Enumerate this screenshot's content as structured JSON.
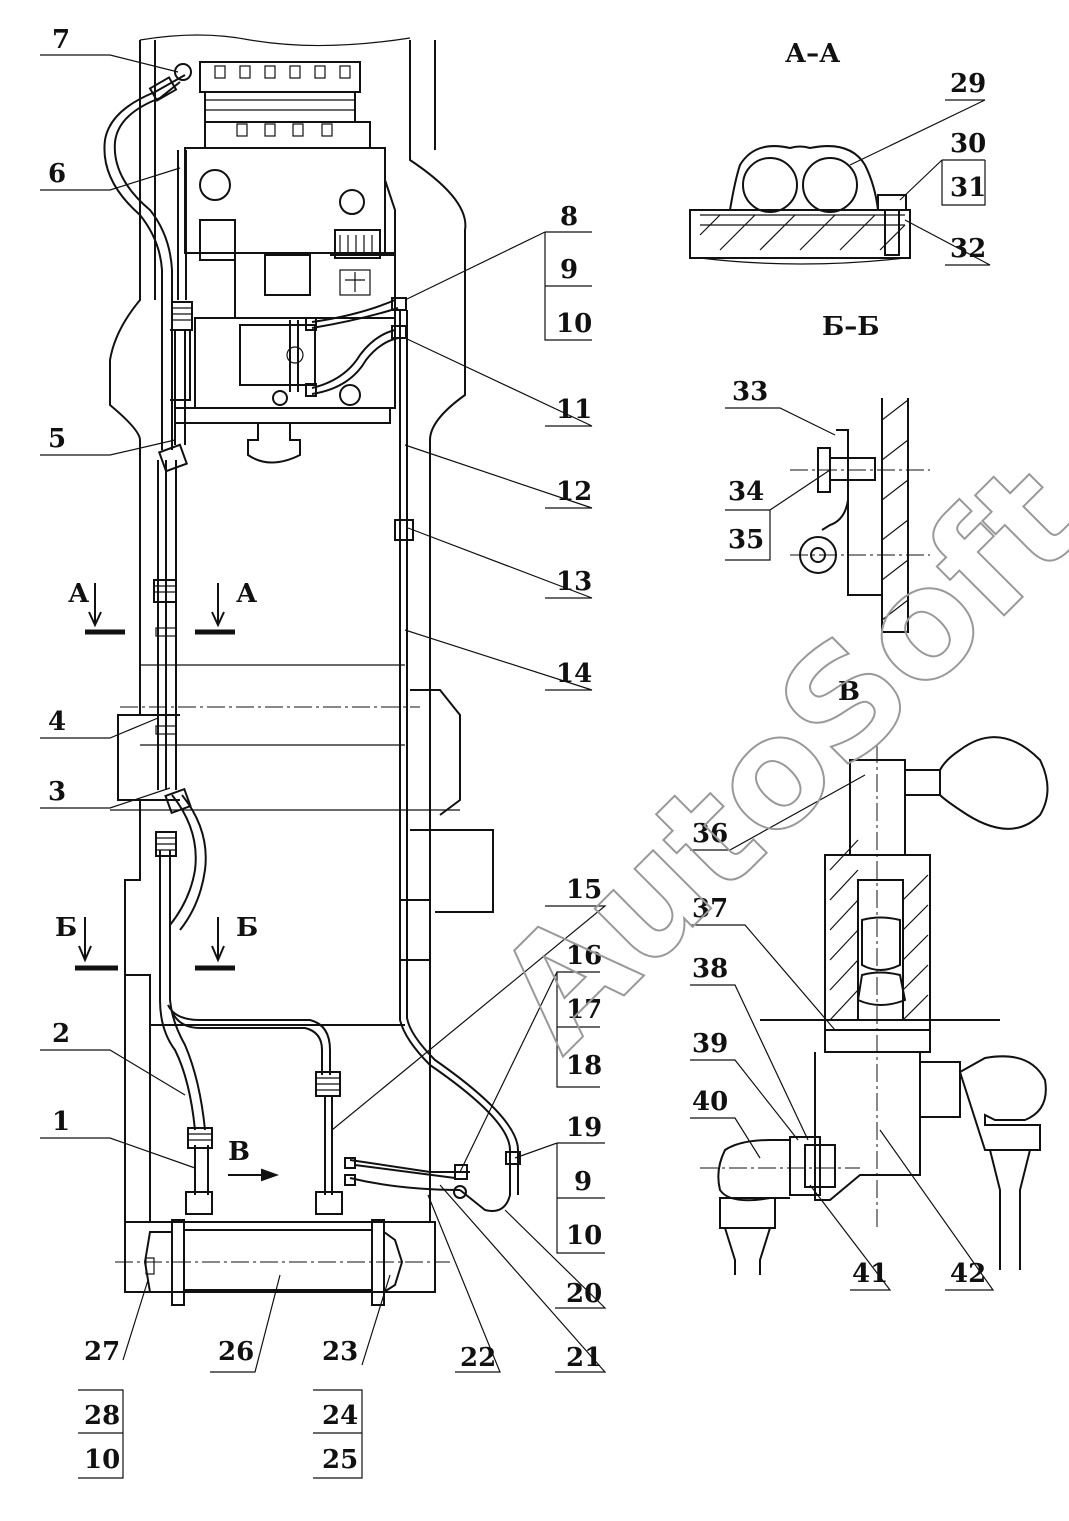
{
  "callouts": {
    "left": [
      "7",
      "6",
      "5",
      "4",
      "3",
      "2",
      "1"
    ],
    "right_main": [
      "8",
      "9",
      "10",
      "11",
      "12",
      "13",
      "14",
      "15",
      "16",
      "17",
      "18",
      "19",
      "9",
      "10",
      "20",
      "21",
      "22"
    ],
    "bottom": [
      "27",
      "28",
      "10",
      "26",
      "23",
      "24",
      "25"
    ],
    "section_aa": [
      "29",
      "30",
      "31",
      "32"
    ],
    "section_bb": [
      "33",
      "34",
      "35"
    ],
    "view_v": [
      "36",
      "37",
      "38",
      "39",
      "40",
      "41",
      "42"
    ]
  },
  "sections": {
    "aa_title": "А–А",
    "bb_title": "Б–Б",
    "v_title": "В",
    "aa_marker": "А",
    "bb_marker": "Б",
    "v_arrow": "В"
  },
  "watermark": "AutoSoft"
}
